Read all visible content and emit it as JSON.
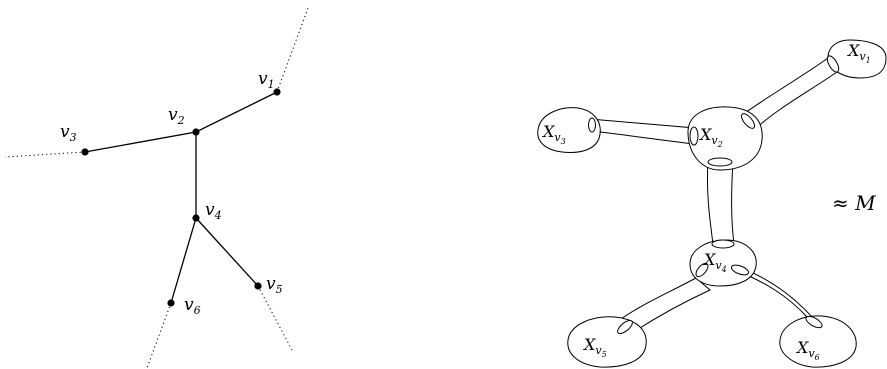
{
  "graph": {
    "vertices": [
      {
        "id": "v1",
        "base": "v",
        "sub": "1"
      },
      {
        "id": "v2",
        "base": "v",
        "sub": "2"
      },
      {
        "id": "v3",
        "base": "v",
        "sub": "3"
      },
      {
        "id": "v4",
        "base": "v",
        "sub": "4"
      },
      {
        "id": "v5",
        "base": "v",
        "sub": "5"
      },
      {
        "id": "v6",
        "base": "v",
        "sub": "6"
      }
    ],
    "edges": [
      [
        "v1",
        "v2"
      ],
      [
        "v2",
        "v3"
      ],
      [
        "v2",
        "v4"
      ],
      [
        "v4",
        "v5"
      ],
      [
        "v4",
        "v6"
      ]
    ]
  },
  "surface": {
    "pieces": [
      {
        "id": "Xv1",
        "base": "X",
        "sub": "v",
        "subsub": "1"
      },
      {
        "id": "Xv2",
        "base": "X",
        "sub": "v",
        "subsub": "2"
      },
      {
        "id": "Xv3",
        "base": "X",
        "sub": "v",
        "subsub": "3"
      },
      {
        "id": "Xv4",
        "base": "X",
        "sub": "v",
        "subsub": "4"
      },
      {
        "id": "Xv5",
        "base": "X",
        "sub": "v",
        "subsub": "5"
      },
      {
        "id": "Xv6",
        "base": "X",
        "sub": "v",
        "subsub": "6"
      }
    ],
    "approx_label": "≈ M"
  }
}
